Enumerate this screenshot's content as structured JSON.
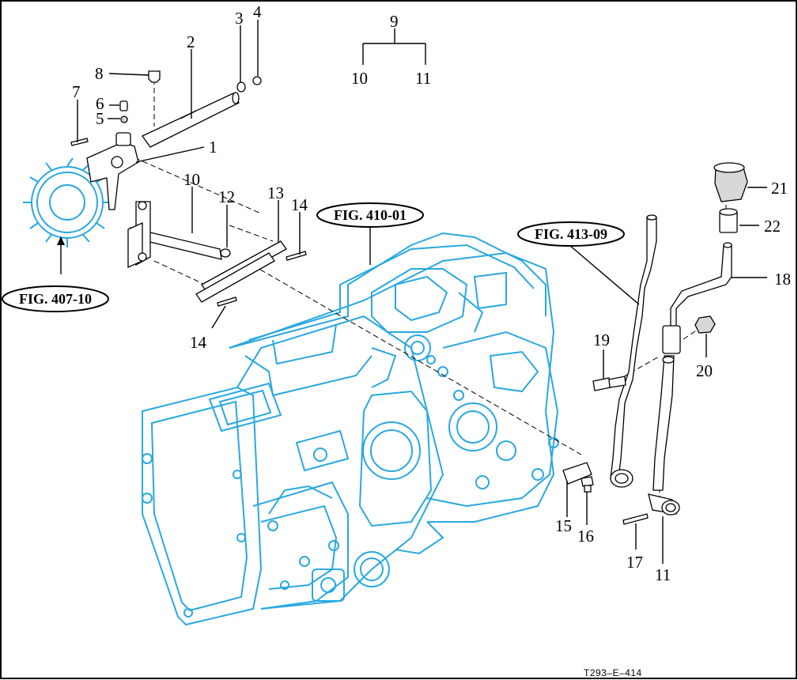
{
  "diagram": {
    "drawing_code": "T293–E–414",
    "figure_refs": {
      "fig_410_01": "FIG. 410-01",
      "fig_413_09": "FIG. 413-09",
      "fig_407_10": "FIG. 407-10"
    },
    "callouts": {
      "c1": "1",
      "c2": "2",
      "c3": "3",
      "c4": "4",
      "c5": "5",
      "c6": "6",
      "c7": "7",
      "c8": "8",
      "c9": "9",
      "c10a": "10",
      "c10b": "10",
      "c11a": "11",
      "c11b": "11",
      "c12": "12",
      "c13": "13",
      "c14a": "14",
      "c14b": "14",
      "c15": "15",
      "c16": "16",
      "c17": "17",
      "c18": "18",
      "c19": "19",
      "c20": "20",
      "c21": "21",
      "c22": "22"
    },
    "colors": {
      "housing": "#29a8e0",
      "ink": "#000000",
      "background": "#ffffff"
    }
  }
}
